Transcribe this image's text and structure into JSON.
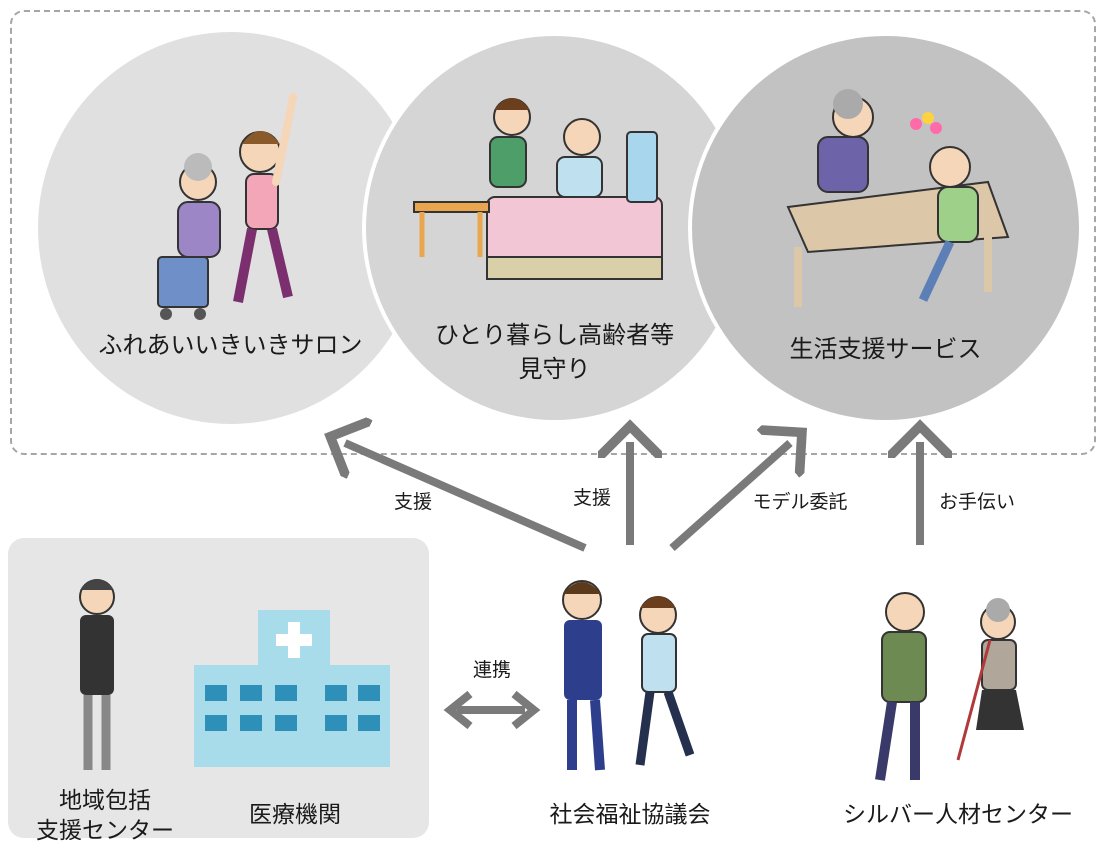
{
  "services": {
    "salon": "ふれあいいきいきサロン",
    "watch": "ひとり暮らし高齢者等\n見守り",
    "life_support": "生活支援サービス"
  },
  "arrows": {
    "support_1": "支援",
    "support_2": "支援",
    "model": "モデル委託",
    "help": "お手伝い",
    "cooperation": "連携"
  },
  "actors": {
    "community_center": "地域包括\n支援センター",
    "medical": "医療機関",
    "council": "社会福祉協議会",
    "silver_center": "シルバー人材センター"
  },
  "colors": {
    "arrow": "#7a7a7a",
    "hospital": "#a9dcea",
    "hospital_window": "#2e8fb8"
  }
}
